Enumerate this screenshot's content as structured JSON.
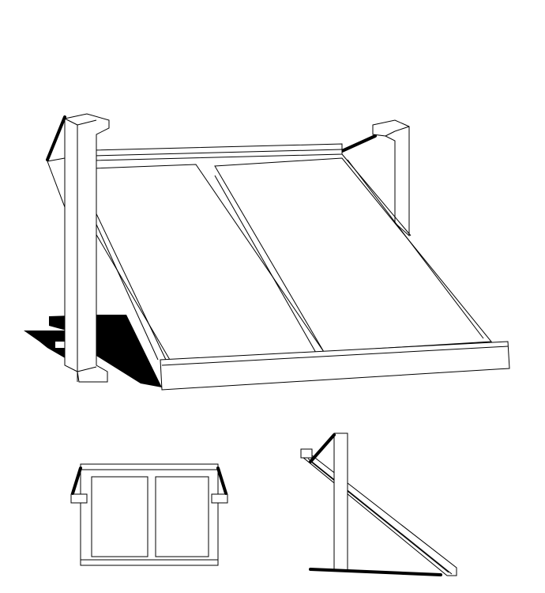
{
  "drawing": {
    "views": [
      "perspective",
      "front",
      "side"
    ],
    "colors": {
      "line": "#000000",
      "fill": "#ffffff",
      "shadow": "#000000"
    }
  }
}
